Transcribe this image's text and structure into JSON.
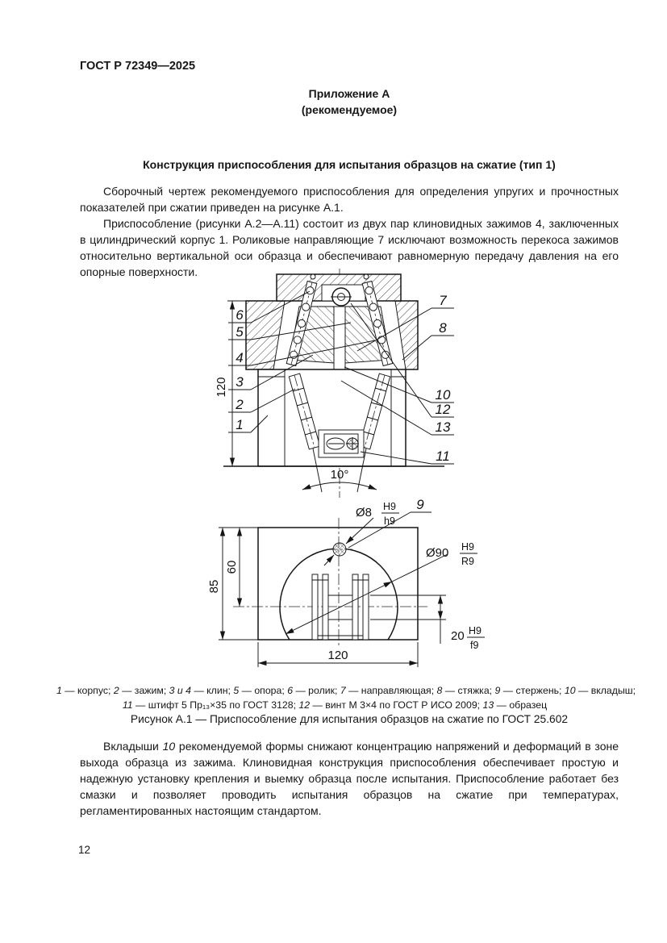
{
  "page": {
    "header": "ГОСТ Р 72349—2025",
    "appendix_label": "Приложение А",
    "appendix_type": "(рекомендуемое)",
    "title": "Конструкция приспособления для испытания образцов на сжатие (тип 1)",
    "paragraphs": {
      "p1": "Сборочный чертеж рекомендуемого приспособления для определения упругих и прочностных показателей при сжатии приведен на рисунке А.1.",
      "p2": "Приспособление (рисунки А.2—А.11) состоит из двух пар клиновидных зажимов 4, заключенных в цилиндрический корпус 1. Роликовые направляющие 7 исключают возможность перекоса зажимов относительно вертикальной оси образца и обеспечивают равномерную передачу давления на его опорные поверхности.",
      "p3_before": "Вкладыши ",
      "p3_num": "10",
      "p3_after": " рекомендуемой формы снижают концентрацию напряжений и деформаций в зоне выхода образца из зажима. Клиновидная конструкция приспособления обеспечивает простую и надежную установку крепления и выемку образца после испытания. Приспособление работает без смазки и позволяет проводить испытания образцов на сжатие при температурах, регламентированных настоящим стандартом."
    },
    "page_number": "12"
  },
  "figure": {
    "caption": "Рисунок А.1 — Приспособление для испытания образцов на сжатие по ГОСТ 25.602",
    "legend": {
      "line1": {
        "items": [
          {
            "n": "1",
            "t": "корпус"
          },
          {
            "n": "2",
            "t": "зажим"
          },
          {
            "n": "3 и 4",
            "t": "клин"
          },
          {
            "n": "5",
            "t": "опора"
          },
          {
            "n": "6",
            "t": "ролик"
          },
          {
            "n": "7",
            "t": "направляющая"
          },
          {
            "n": "8",
            "t": "стяжка"
          },
          {
            "n": "9",
            "t": "стержень"
          },
          {
            "n": "10",
            "t": "вкладыш"
          }
        ],
        "suffix": ";"
      },
      "line2": {
        "items": [
          {
            "n": "11",
            "t": "штифт 5 Пр₁₃×35 по ГОСТ 3128"
          },
          {
            "n": "12",
            "t": "винт М 3×4 по ГОСТ Р ИСО 2009"
          },
          {
            "n": "13",
            "t": "образец"
          }
        ],
        "suffix": ""
      }
    },
    "callouts": {
      "c1": "1",
      "c2": "2",
      "c3": "3",
      "c4": "4",
      "c5": "5",
      "c6": "6",
      "c7": "7",
      "c8": "8",
      "c9": "9",
      "c10": "10",
      "c11": "11",
      "c12": "12",
      "c13": "13"
    },
    "dims": {
      "height": "120",
      "angle": "10°",
      "width": "120",
      "side": "85",
      "inner": "60",
      "slot": "20",
      "slot_fit_top": "H9",
      "slot_fit_bot": "f9",
      "hole_dia": "Ø8",
      "hole_fit_top": "H9",
      "hole_fit_bot": "h9",
      "bore_dia": "Ø90",
      "bore_fit_top": "H9",
      "bore_fit_bot": "R9"
    }
  }
}
